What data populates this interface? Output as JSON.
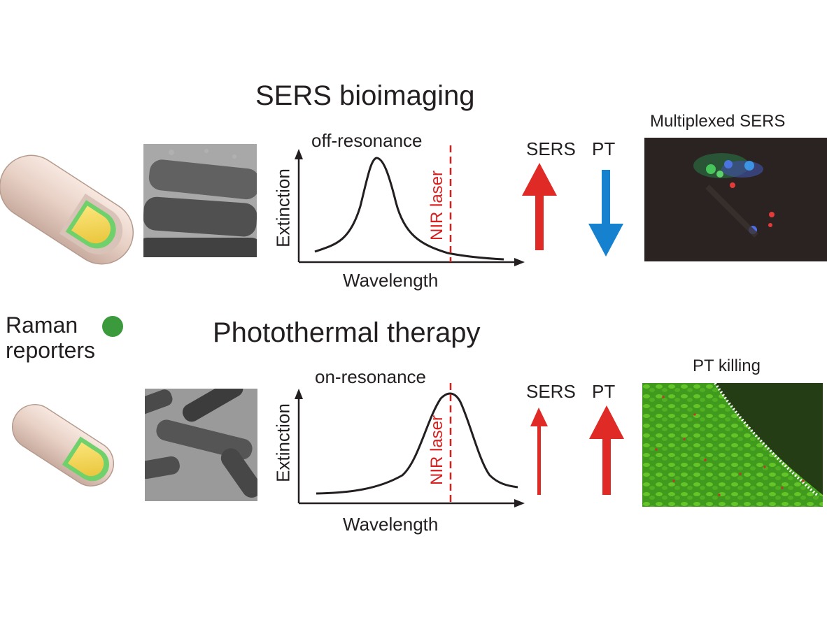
{
  "top": {
    "title": "SERS bioimaging",
    "chart_label": "off-resonance",
    "laser_label": "NIR laser",
    "y_axis": "Extinction",
    "x_axis": "Wavelength",
    "arrow_labels": {
      "sers": "SERS",
      "pt": "PT"
    },
    "image_title": "Multiplexed SERS"
  },
  "bottom": {
    "title": "Photothermal therapy",
    "chart_label": "on-resonance",
    "laser_label": "NIR laser",
    "y_axis": "Extinction",
    "x_axis": "Wavelength",
    "arrow_labels": {
      "sers": "SERS",
      "pt": "PT"
    },
    "image_title": "PT killing"
  },
  "legend": {
    "line1": "Raman",
    "line2": "reporters",
    "dot_color": "#3a9a3c"
  },
  "colors": {
    "red": "#e02a25",
    "blue": "#1682cf",
    "curve": "#231f20",
    "laser": "#d6201f",
    "gold": "#f3d34a",
    "green_shell": "#66cc66",
    "capsule": "#ecd4c8"
  },
  "arrows": {
    "top": {
      "sers": "up",
      "sers_size": "large",
      "sers_color": "red",
      "pt": "down",
      "pt_size": "large",
      "pt_color": "blue"
    },
    "bottom": {
      "sers": "up",
      "sers_size": "small",
      "sers_color": "red",
      "pt": "up",
      "pt_size": "large",
      "pt_color": "red"
    }
  }
}
